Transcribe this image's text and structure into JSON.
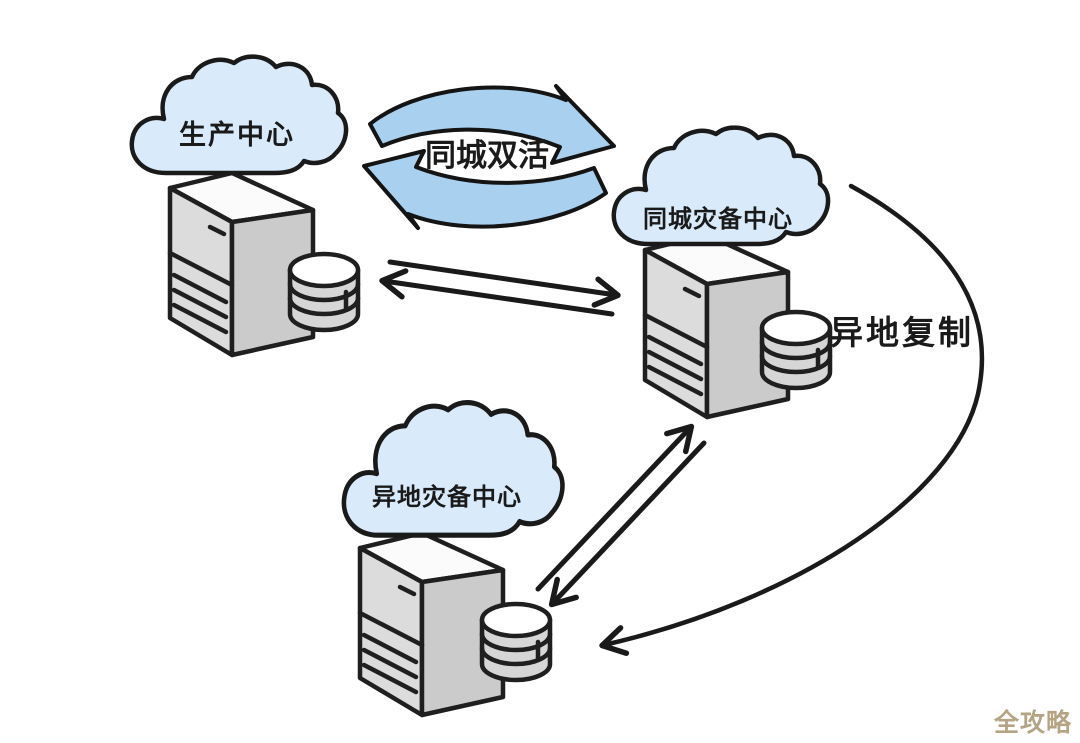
{
  "diagram": {
    "title_implied": "disaster-recovery-architecture",
    "nodes": {
      "production": {
        "label": "生产中心",
        "icons": [
          "cloud",
          "server-tower",
          "database"
        ]
      },
      "metro_dr": {
        "label": "同城灾备中心",
        "icons": [
          "cloud",
          "server-tower",
          "database"
        ]
      },
      "remote_dr": {
        "label": "异地灾备中心",
        "icons": [
          "cloud",
          "server-tower",
          "database"
        ]
      }
    },
    "links": {
      "metro_active": {
        "label": "同城双活",
        "type": "bidirectional-cycle-arrows",
        "between": [
          "生产中心",
          "同城灾备中心"
        ]
      },
      "sync_pair": {
        "label": "",
        "type": "double-line-arrows",
        "between": [
          "生产中心",
          "同城灾备中心"
        ]
      },
      "remote_pair": {
        "label": "",
        "type": "double-line-arrows",
        "between": [
          "同城灾备中心",
          "异地灾备中心"
        ]
      },
      "remote_replication": {
        "label": "异地复制",
        "type": "curved-single-arrow",
        "between": [
          "同城灾备中心",
          "异地灾备中心"
        ]
      }
    },
    "watermark": "全攻略",
    "colors": {
      "cloud_fill": "#d9eafa",
      "cycle_arrow_fill": "#a9d1ef",
      "outline": "#1a1a1a",
      "server_front": "#dcdcdc",
      "server_side": "#cbcbcb",
      "server_top": "#fbfbfb",
      "db_body": "#d6d6d6",
      "db_top": "#ffffff",
      "watermark_color": "#b4a483"
    }
  }
}
